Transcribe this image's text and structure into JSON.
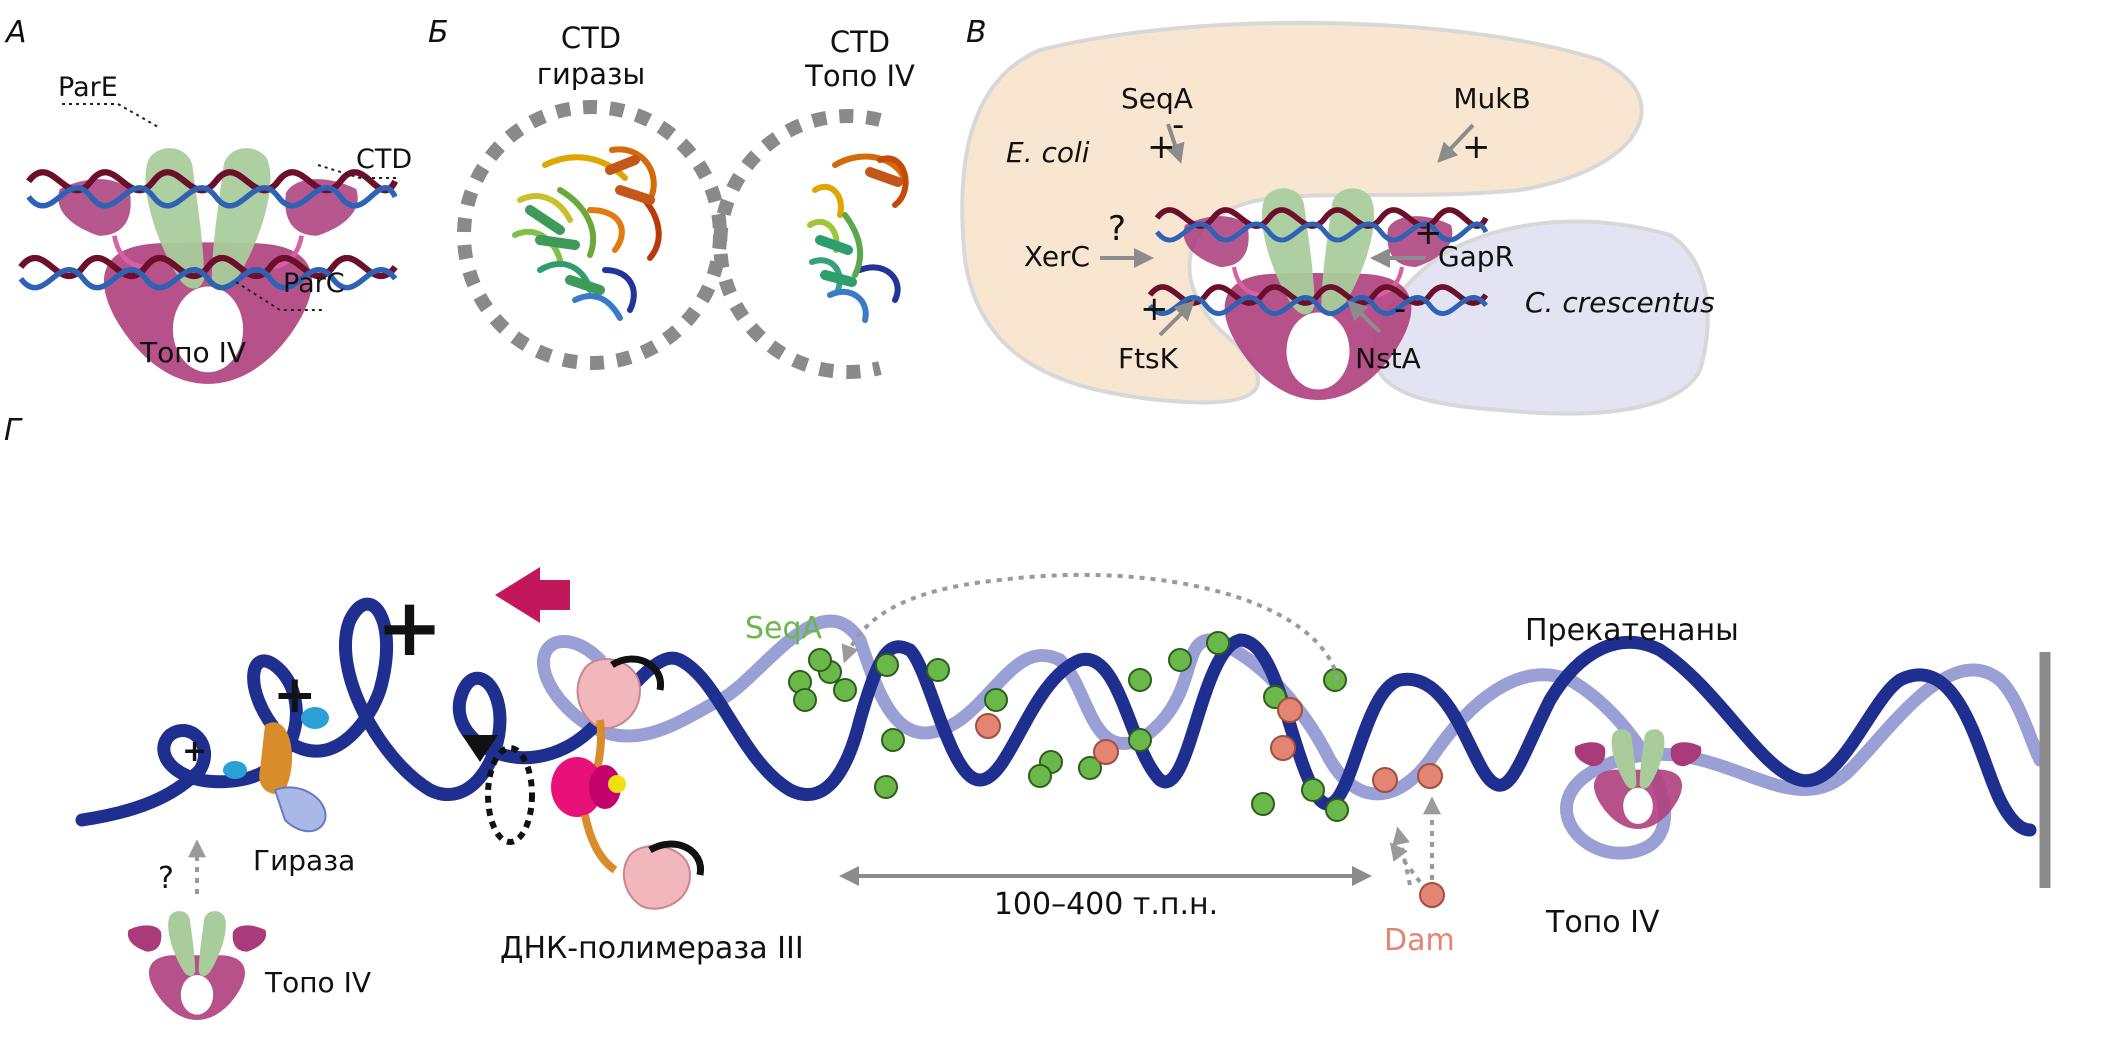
{
  "panels": {
    "a": {
      "letter": "А",
      "labels": {
        "pare": "ParE",
        "ctd": "CTD",
        "parc": "ParC",
        "caption": "Топо IV"
      }
    },
    "b": {
      "letter": "Б",
      "left": {
        "line1": "CTD",
        "line2": "гиразы"
      },
      "right": {
        "line1": "CTD",
        "line2": "Топо IV"
      }
    },
    "v": {
      "letter": "В",
      "organisms": {
        "ecoli": "E. coli",
        "ccrescentus": "C. crescentus"
      },
      "factors": {
        "seqa": {
          "name": "SeqA",
          "signs": [
            "+",
            "-"
          ]
        },
        "mukb": {
          "name": "MukB",
          "sign": "+"
        },
        "xerc": {
          "name": "XerC",
          "sign": "?"
        },
        "ftsk": {
          "name": "FtsK",
          "sign": "+"
        },
        "gapr": {
          "name": "GapR",
          "sign": "+"
        },
        "nsta": {
          "name": "NstA",
          "sign": "-"
        }
      }
    },
    "g": {
      "letter": "Г",
      "labels": {
        "seqa": "SeqA",
        "precatenanes": "Прекатенаны",
        "gyrase": "Гираза",
        "topo_bottom_left": "Топо IV",
        "pol3": "ДНК-полимераза III",
        "distance": "100–400 т.п.н.",
        "dam": "Dam",
        "topo_right": "Топо IV",
        "question": "?",
        "plus_small": "+",
        "plus_mid": "+",
        "plus_big": "+"
      }
    }
  },
  "colors": {
    "dna_dark": "#1f2f8f",
    "dna_light": "#9a9fd6",
    "helix_red": "#6b0f2a",
    "helix_blue": "#2d62b5",
    "topo_green": "#a9cc9c",
    "topo_magenta": "#b0437f",
    "seqa_green": "#6bb84a",
    "dam_salmon": "#e48472",
    "ecoli_bg": "#f8e6d0",
    "ccres_bg": "#e3e3f3",
    "arrow_grey": "#8c8c8c",
    "red_arrow": "#c2185b"
  }
}
